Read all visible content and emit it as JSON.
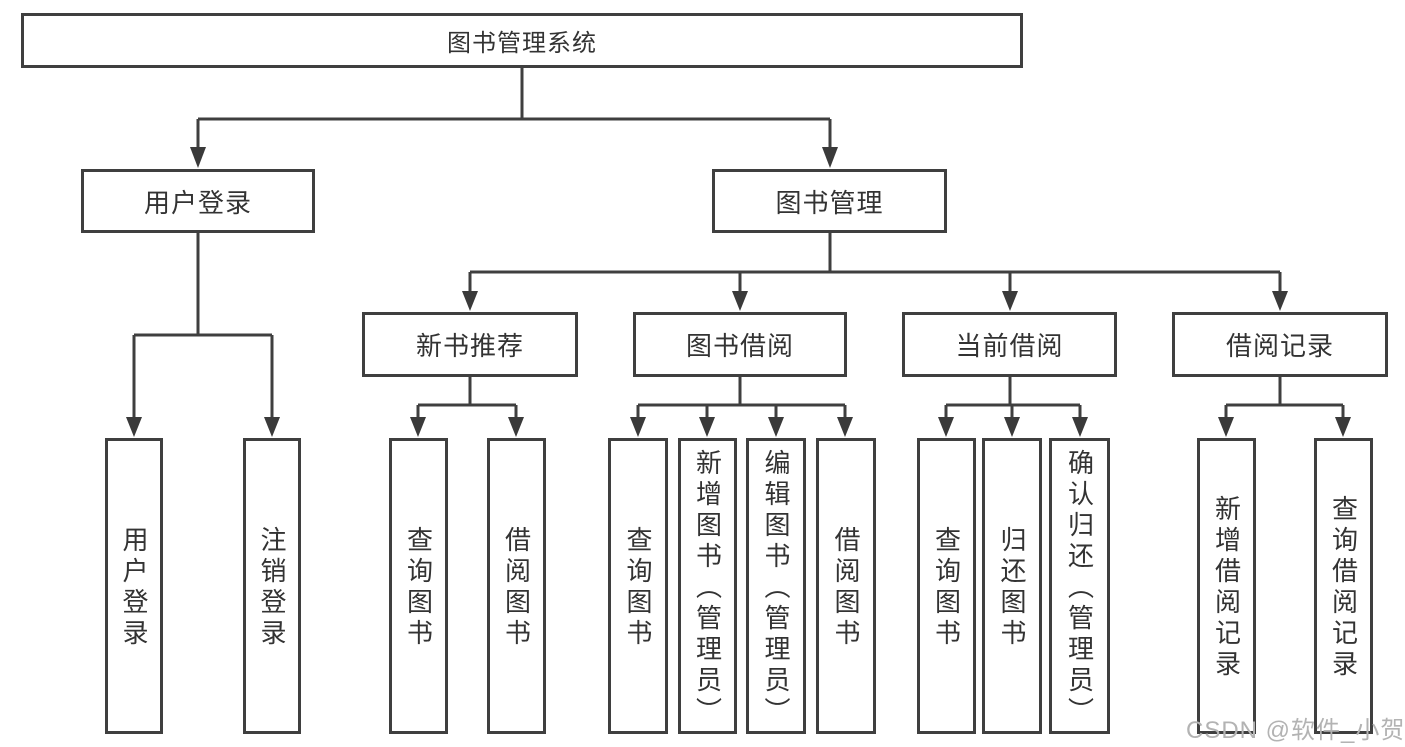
{
  "tree": {
    "root": "图书管理系统",
    "branches": [
      {
        "label": "用户登录",
        "children": [
          "用户登录",
          "注销登录"
        ]
      },
      {
        "label": "图书管理",
        "groups": [
          {
            "label": "新书推荐",
            "children": [
              "查询图书",
              "借阅图书"
            ]
          },
          {
            "label": "图书借阅",
            "children": [
              "查询图书",
              "新增图书（管理员）",
              "编辑图书（管理员）",
              "借阅图书"
            ]
          },
          {
            "label": "当前借阅",
            "children": [
              "查询图书",
              "归还图书",
              "确认归还（管理员）"
            ]
          },
          {
            "label": "借阅记录",
            "children": [
              "新增借阅记录",
              "查询借阅记录"
            ]
          }
        ]
      }
    ]
  },
  "watermark": {
    "text": "CSDN @软件_小贺同学"
  },
  "colors": {
    "line": "#3f3f3f",
    "text": "#333333",
    "watermark": "#b3b3b3"
  }
}
